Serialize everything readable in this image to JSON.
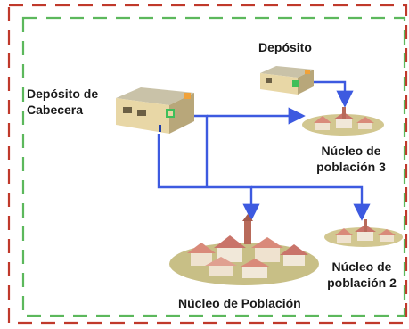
{
  "labels": {
    "head_tank": "Depósito de\nCabecera",
    "tank": "Depósito",
    "town_3": "Núcleo de\npoblación 3",
    "town_main": "Núcleo de Población",
    "town_2": "Núcleo de\npoblación 2"
  },
  "colors": {
    "outer_border": "#c0392b",
    "inner_border": "#5cb85c",
    "pipe": "#3d5ae0"
  },
  "icons": {
    "head_tank": "tank-building-icon",
    "tank": "tank-building-icon",
    "town_3": "village-icon",
    "town_main": "village-icon",
    "town_2": "village-icon"
  }
}
